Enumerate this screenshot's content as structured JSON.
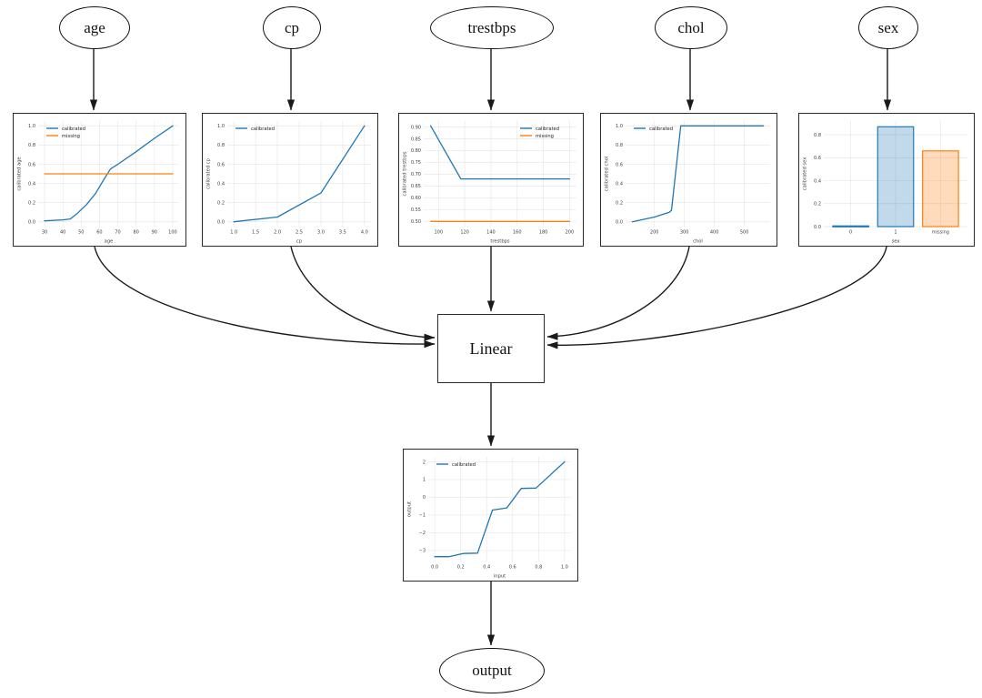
{
  "nodes": {
    "age": {
      "label": "age"
    },
    "cp": {
      "label": "cp"
    },
    "trestbps": {
      "label": "trestbps"
    },
    "chol": {
      "label": "chol"
    },
    "sex": {
      "label": "sex"
    },
    "linear": {
      "label": "Linear"
    },
    "output": {
      "label": "output"
    }
  },
  "edges": [
    {
      "from": "age",
      "to": "age-calibration-plot"
    },
    {
      "from": "cp",
      "to": "cp-calibration-plot"
    },
    {
      "from": "trestbps",
      "to": "trestbps-calibration-plot"
    },
    {
      "from": "chol",
      "to": "chol-calibration-plot"
    },
    {
      "from": "sex",
      "to": "sex-calibration-plot"
    },
    {
      "from": "age-calibration-plot",
      "to": "linear"
    },
    {
      "from": "cp-calibration-plot",
      "to": "linear"
    },
    {
      "from": "trestbps-calibration-plot",
      "to": "linear"
    },
    {
      "from": "chol-calibration-plot",
      "to": "linear"
    },
    {
      "from": "sex-calibration-plot",
      "to": "linear"
    },
    {
      "from": "linear",
      "to": "output-calibration-plot"
    },
    {
      "from": "output-calibration-plot",
      "to": "output"
    }
  ],
  "colors": {
    "calibrated": "#1f77b4",
    "missing": "#ff7f0e",
    "calibrated_fill": "rgba(31,119,180,0.28)",
    "missing_fill": "rgba(255,127,14,0.28)",
    "edge_line": "#1a1a1a",
    "grid": "#e8e8e8",
    "tick_text": "#3c3c3c"
  },
  "chart_data": [
    {
      "name": "age",
      "type": "line",
      "xlabel": "age",
      "ylabel": "calibrated age",
      "xlim": [
        26.5,
        103.5
      ],
      "ylim": [
        -0.05,
        1.05
      ],
      "grid": true,
      "legend": "tl",
      "xticks": {
        "values": [
          30,
          40,
          50,
          60,
          70,
          80,
          90,
          100
        ],
        "labels": [
          "30",
          "40",
          "50",
          "60",
          "70",
          "80",
          "90",
          "100"
        ]
      },
      "yticks": {
        "values": [
          0.0,
          0.2,
          0.4,
          0.6,
          0.8,
          1.0
        ],
        "labels": [
          "0.0",
          "0.2",
          "0.4",
          "0.6",
          "0.8",
          "1.0"
        ]
      },
      "series": [
        {
          "name": "calibrated",
          "color": "#1f77b4",
          "x": [
            30,
            40,
            44,
            48,
            53,
            58,
            62,
            66,
            70,
            80,
            90,
            100
          ],
          "y": [
            0.01,
            0.02,
            0.03,
            0.09,
            0.18,
            0.3,
            0.43,
            0.55,
            0.6,
            0.73,
            0.87,
            1.0
          ]
        },
        {
          "name": "missing",
          "color": "#ff7f0e",
          "x": [
            30,
            100
          ],
          "y": [
            0.5,
            0.5
          ]
        }
      ]
    },
    {
      "name": "cp",
      "type": "line",
      "xlabel": "cp",
      "ylabel": "calibrated cp",
      "xlim": [
        0.85,
        4.15
      ],
      "ylim": [
        -0.05,
        1.05
      ],
      "grid": true,
      "legend": "tl",
      "xticks": {
        "values": [
          1.0,
          1.5,
          2.0,
          2.5,
          3.0,
          3.5,
          4.0
        ],
        "labels": [
          "1.0",
          "1.5",
          "2.0",
          "2.5",
          "3.0",
          "3.5",
          "4.0"
        ]
      },
      "yticks": {
        "values": [
          0.0,
          0.2,
          0.4,
          0.6,
          0.8,
          1.0
        ],
        "labels": [
          "0.0",
          "0.2",
          "0.4",
          "0.6",
          "0.8",
          "1.0"
        ]
      },
      "series": [
        {
          "name": "calibrated",
          "color": "#1f77b4",
          "x": [
            1.0,
            2.0,
            3.0,
            4.0
          ],
          "y": [
            0.0,
            0.05,
            0.3,
            1.0
          ]
        }
      ]
    },
    {
      "name": "trestbps",
      "type": "line",
      "xlabel": "trestbps",
      "ylabel": "calibrated trestbps",
      "xlim": [
        88.7,
        205.3
      ],
      "ylim": [
        0.478,
        0.925
      ],
      "grid": true,
      "legend": "tr",
      "xticks": {
        "values": [
          100,
          120,
          140,
          160,
          180,
          200
        ],
        "labels": [
          "100",
          "120",
          "140",
          "160",
          "180",
          "200"
        ]
      },
      "yticks": {
        "values": [
          0.5,
          0.55,
          0.6,
          0.65,
          0.7,
          0.75,
          0.8,
          0.85,
          0.9
        ],
        "labels": [
          "0.50",
          "0.55",
          "0.60",
          "0.65",
          "0.70",
          "0.75",
          "0.80",
          "0.85",
          "0.90"
        ]
      },
      "series": [
        {
          "name": "calibrated",
          "color": "#1f77b4",
          "x": [
            94,
            117,
            200
          ],
          "y": [
            0.905,
            0.68,
            0.68
          ]
        },
        {
          "name": "missing",
          "color": "#ff7f0e",
          "x": [
            94,
            200
          ],
          "y": [
            0.5,
            0.5
          ]
        }
      ]
    },
    {
      "name": "chol",
      "type": "line",
      "xlabel": "chol",
      "ylabel": "calibrated chol",
      "xlim": [
        104,
        586
      ],
      "ylim": [
        -0.05,
        1.05
      ],
      "grid": true,
      "legend": "tl",
      "xticks": {
        "values": [
          200,
          300,
          400,
          500
        ],
        "labels": [
          "200",
          "300",
          "400",
          "500"
        ]
      },
      "yticks": {
        "values": [
          0.0,
          0.2,
          0.4,
          0.6,
          0.8,
          1.0
        ],
        "labels": [
          "0.0",
          "0.2",
          "0.4",
          "0.6",
          "0.8",
          "1.0"
        ]
      },
      "series": [
        {
          "name": "calibrated",
          "color": "#1f77b4",
          "x": [
            126,
            200,
            250,
            257,
            288,
            564
          ],
          "y": [
            0.0,
            0.05,
            0.1,
            0.12,
            1.0,
            1.0
          ]
        }
      ]
    },
    {
      "name": "sex",
      "type": "bar",
      "xlabel": "sex",
      "ylabel": "calibrated sex",
      "xlim": [
        -0.6,
        2.6
      ],
      "ylim": [
        0,
        0.92
      ],
      "grid": true,
      "legend": null,
      "xticks": {
        "values": [
          0,
          1,
          2
        ],
        "labels": [
          "0",
          "1",
          "missing"
        ]
      },
      "yticks": {
        "values": [
          0.0,
          0.2,
          0.4,
          0.6,
          0.8
        ],
        "labels": [
          "0.0",
          "0.2",
          "0.4",
          "0.6",
          "0.8"
        ]
      },
      "bars": [
        {
          "label": "0",
          "value": 0.006,
          "fill": "rgba(31,119,180,0.28)",
          "edge": "#1f77b4"
        },
        {
          "label": "1",
          "value": 0.87,
          "fill": "rgba(31,119,180,0.28)",
          "edge": "#1f77b4"
        },
        {
          "label": "missing",
          "value": 0.66,
          "fill": "rgba(255,127,14,0.28)",
          "edge": "#ff7f0e"
        }
      ]
    },
    {
      "name": "output",
      "type": "line",
      "xlabel": "input",
      "ylabel": "output",
      "xlim": [
        -0.05,
        1.05
      ],
      "ylim": [
        -3.62,
        2.28
      ],
      "grid": true,
      "legend": "tl",
      "xticks": {
        "values": [
          0.0,
          0.2,
          0.4,
          0.6,
          0.8,
          1.0
        ],
        "labels": [
          "0.0",
          "0.2",
          "0.4",
          "0.6",
          "0.8",
          "1.0"
        ]
      },
      "yticks": {
        "values": [
          -3,
          -2,
          -1,
          0,
          1,
          2
        ],
        "labels": [
          "−3",
          "−2",
          "−1",
          "0",
          "1",
          "2"
        ]
      },
      "series": [
        {
          "name": "calibrated",
          "color": "#1f77b4",
          "x": [
            0.0,
            0.11,
            0.22,
            0.33,
            0.445,
            0.555,
            0.667,
            0.78,
            1.0
          ],
          "y": [
            -3.35,
            -3.35,
            -3.17,
            -3.15,
            -0.72,
            -0.6,
            0.5,
            0.52,
            2.0
          ]
        }
      ]
    }
  ]
}
